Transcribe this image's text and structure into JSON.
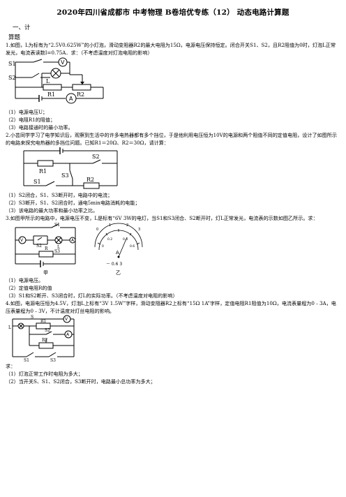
{
  "title": "2020年四川省成都市 中考物理 B卷培优专练（12） 动态电路计算题",
  "section_heading": "一、计",
  "section_sub": "算题",
  "p1": {
    "text": "1.如图，L为标有为“2.5V0.625W”的小灯泡，滑动变阻器R2的最大电阻为15Ω，电源电压保持恒定。闭合开关S1、S2，且R2阻值为0时，灯泡L正常发光，电流表读数I=0.75A．求：（不考虑温度对灯泡电阻的影响）",
    "fig_labels": {
      "s1": "S1",
      "s2": "S2",
      "v": "V",
      "l": "L",
      "r1": "R1",
      "r2": "R2",
      "a": "A"
    },
    "items": [
      "（1）电源电压U；",
      "（2）电阻R1的阻值；",
      "（3）电路接通时的最小功率。"
    ]
  },
  "p2": {
    "text": "2.小芸同学学习了电学知识后，观察到生活中的许多电热器都有多个挡位，于是他利用电压恒为10V的电源和两个阻值不同的定值电阻，设计了如图所示的电路来探究电热器的多挡位问题。已知R1＝20Ω、R2＝30Ω，请计算：",
    "fig_labels": {
      "s2": "S2",
      "r1": "R1",
      "s1": "S1",
      "s3": "S3",
      "r2": "R2"
    },
    "items": [
      "（1）S2闭合，S1、S3断开时，电路中的电流；",
      "（2）S3断开，S1、S2闭合时，通电5min电路消耗的电能；",
      "（3）该电路的最大功率和最小功率之比。"
    ]
  },
  "p3": {
    "text": "3.如图甲所示的电路中，电源电压不变，L是标有“6V 3W的电灯，当S1和S3闭合、S2断开时，灯L正常发光，电流表的示数如图乙所示。求：",
    "fig_labels": {
      "s1": "S1",
      "v": "V",
      "s2": "S2",
      "l": "L",
      "a": "A",
      "s3": "S3",
      "r": "R",
      "jia": "甲",
      "yi": "乙",
      "meter_a": "A",
      "scale": "－ 0.6 3",
      "t0": "0",
      "t1": "1",
      "t2": "2",
      "t3": "3",
      "s0": "0",
      "s1b": "0.2",
      "s2b": "0.4",
      "s3b": "0.6"
    },
    "items": [
      "（1）电源电压。",
      "（2）定值电阻R的值",
      "（3）S1和S2断开、S3闭合时，灯L的实际功率。（不考虑温度对电阻的影响）"
    ]
  },
  "p4": {
    "text": "4.如图，电源电压恒为4.5V，灯泡L上标有“3V 1.5W”字样，滑动变阻器R2上标有“15Ω 1A”字样，定值电阻R1阻值为10Ω，电流表量程为0﹣3A，电压表量程为0﹣3V，不计温度对灯丝电阻的影响。",
    "fig_labels": {
      "s": "S",
      "v": "V",
      "l": "L",
      "r1": "R1",
      "s2": "S2",
      "a": "A",
      "r2": "R2",
      "s1": "S1",
      "s3": "S3"
    },
    "ask": "求：",
    "items": [
      "（1）灯泡正常工作时电阻为多大；",
      "（2）当开关S、S1、S2闭合，S3断开时，电路最小总功率为多大；"
    ]
  },
  "colors": {
    "text": "#000000",
    "background": "#ffffff"
  }
}
